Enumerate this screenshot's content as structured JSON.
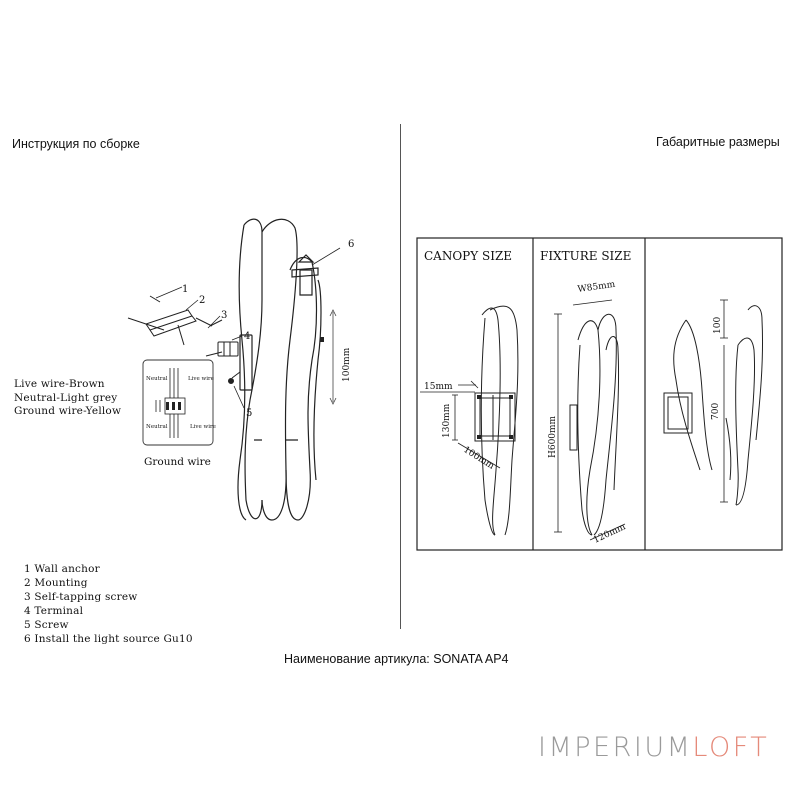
{
  "left_heading": "Инструкция по сборке",
  "right_heading": "Габаритные размеры",
  "callouts": [
    "1",
    "2",
    "3",
    "4",
    "5",
    "6"
  ],
  "dim_100mm": "100mm",
  "wiring": {
    "labels": [
      "Live wire-Brown",
      "Neutral-Light grey",
      "Ground wire-Yellow"
    ],
    "inset_top_neutral": "Neutral",
    "inset_top_live": "Live wire",
    "inset_bottom_neutral": "Neutral",
    "inset_bottom_live": "Live wire",
    "ground_caption": "Ground wire"
  },
  "parts": [
    "1 Wall anchor",
    "2 Mounting",
    "3 Self-tapping screw",
    "4 Terminal",
    "5 Screw",
    "6 Install the light source Gu10"
  ],
  "dimensions": {
    "canopy_title": "CANOPY SIZE",
    "fixture_title": "FIXTURE SIZE",
    "d15": "15mm",
    "d130": "130mm",
    "d100": "100mm",
    "w85": "W85mm",
    "h600": "H600mm",
    "d120": "120mm",
    "o100": "100",
    "o700": "700"
  },
  "article": "Наименование артикула: SONATA AP4",
  "brand": {
    "part1": "IMPERIUM",
    "part2": "LOFT",
    "color1": "#9a9a9a",
    "color2": "#e58a7a"
  }
}
